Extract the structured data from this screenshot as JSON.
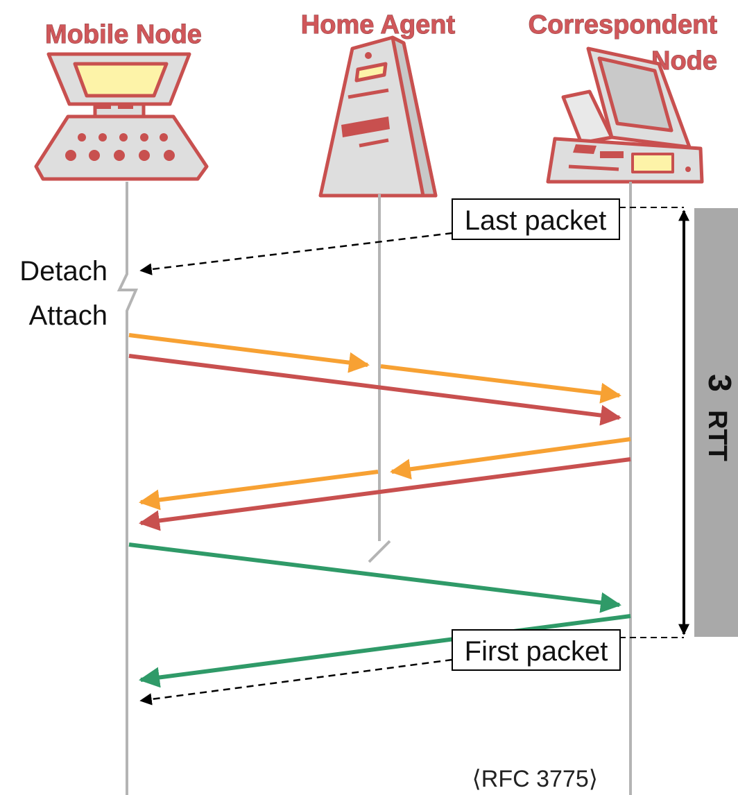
{
  "nodes": {
    "mobile": {
      "title": "Mobile Node"
    },
    "home_agent": {
      "title": "Home Agent"
    },
    "correspondent": {
      "title_line1": "Correspondent",
      "title_line2": "Node"
    }
  },
  "events": {
    "detach": "Detach",
    "attach": "Attach",
    "last_packet": "Last packet",
    "first_packet": "First packet"
  },
  "rtt": {
    "count": "3",
    "unit": "RTT"
  },
  "reference": "⟨RFC 3775⟩",
  "colors": {
    "orange": "#f7a133",
    "red": "#c8504f",
    "green": "#2f9a68",
    "lifeline": "#b4b4b4",
    "rtt_bar": "#a9a9a9",
    "icon_fill": "#dedede",
    "icon_outline": "#c8504f",
    "screen_fill": "#fdf3a8"
  }
}
